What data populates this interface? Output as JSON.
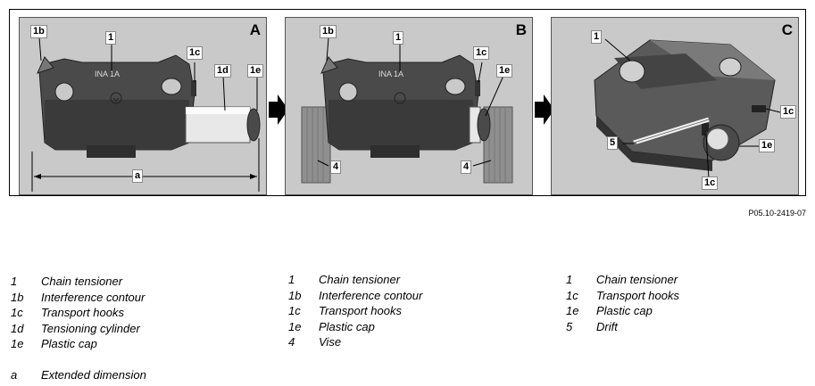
{
  "figure_id": "P05.10-2419-07",
  "panels": {
    "A": {
      "letter": "A",
      "callouts": {
        "c1": "1",
        "c1b": "1b",
        "c1c": "1c",
        "c1d": "1d",
        "c1e": "1e",
        "ca": "a"
      },
      "housing_text": "INA  1A"
    },
    "B": {
      "letter": "B",
      "callouts": {
        "c1": "1",
        "c1b": "1b",
        "c1c": "1c",
        "c1e": "1e",
        "c4a": "4",
        "c4b": "4"
      },
      "housing_text": "INA  1A"
    },
    "C": {
      "letter": "C",
      "callouts": {
        "c1": "1",
        "c1c_right": "1c",
        "c1c_bottom": "1c",
        "c1e": "1e",
        "c5": "5"
      }
    }
  },
  "legend": {
    "col1": [
      {
        "code": "1",
        "text": "Chain tensioner"
      },
      {
        "code": "1b",
        "text": "Interference contour"
      },
      {
        "code": "1c",
        "text": "Transport hooks"
      },
      {
        "code": "1d",
        "text": "Tensioning cylinder"
      },
      {
        "code": "1e",
        "text": "Plastic cap"
      },
      {
        "code": "",
        "text": ""
      },
      {
        "code": "a",
        "text": "Extended dimension"
      }
    ],
    "col2": [
      {
        "code": "1",
        "text": "Chain tensioner"
      },
      {
        "code": "1b",
        "text": "Interference contour"
      },
      {
        "code": "1c",
        "text": "Transport hooks"
      },
      {
        "code": "1e",
        "text": "Plastic cap"
      },
      {
        "code": "4",
        "text": "Vise"
      }
    ],
    "col3": [
      {
        "code": "1",
        "text": "Chain tensioner"
      },
      {
        "code": "1c",
        "text": "Transport hooks"
      },
      {
        "code": "1e",
        "text": "Plastic cap"
      },
      {
        "code": "5",
        "text": "Drift"
      }
    ]
  }
}
